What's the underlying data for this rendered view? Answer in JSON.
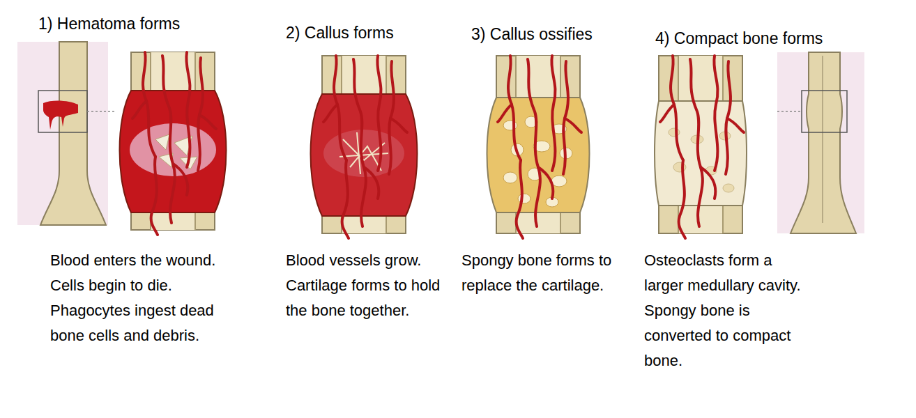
{
  "diagram": {
    "labels": [
      "1) Hematoma forms",
      "2) Callus forms",
      "3) Callus ossifies",
      "4) Compact bone forms",
      "Blood enters the wound. Cells begin to die. Phagocytes ingest dead bone cells and debris.",
      "Blood vessels grow. Cartilage forms to hold the bone together.",
      "Spongy bone forms to replace the cartilage.",
      "Osteoclasts form a larger medullary cavity. Spongy bone is converted to compact bone."
    ]
  }
}
